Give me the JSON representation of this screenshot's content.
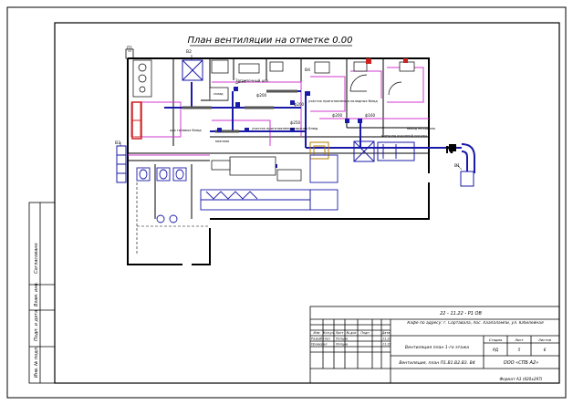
{
  "title": "План вентиляции на отметке 0.00",
  "stamp": {
    "code": "22 - 11.22 - Р1 ОВ",
    "address": "Кафе по адресу: г. Сортавала, пос. Хаапалампи, ул. Юбилейная",
    "drawing_title": "Вентиляция план 1-го этажа",
    "sheet_content": "Вентиляция, план П1.В1.В2.В3. В4",
    "company": "ООО «СПБ А2»",
    "format": "Формат А3 (420х297)",
    "headers": [
      "Изм",
      "Кол.уч",
      "Лист",
      "№ док",
      "Подп",
      "Дата"
    ],
    "rows": [
      {
        "role": "Разработал",
        "name": "Попцов",
        "date": "11.22"
      },
      {
        "role": "Проверил",
        "name": "Попцов",
        "date": "11.22"
      }
    ],
    "stage_headers": [
      "Стадия",
      "Лист",
      "Листов"
    ],
    "stage_values": [
      "РД",
      "5",
      "6"
    ]
  },
  "side_labels": [
    "Согласовано",
    "Взам. инв.",
    "Подп. и дата",
    "Инв. № подл."
  ],
  "plan_labels": {
    "p1": "П1",
    "b1": "В1",
    "b2": "В2",
    "b3": "В3",
    "b4": "В4",
    "north": "N",
    "d200a": "ф200",
    "d200b": "ф200",
    "d250": "ф250",
    "d200c": "ф200",
    "d160": "ф160",
    "room_a": "Загрузочный цех",
    "room_b": "участок приготовления горячих блюд",
    "room_c": "участок приготовления холодных блюд",
    "room_d": "цех готовых блюд",
    "room_e": "моечная кухонной посуды",
    "note_stack": "выход на кровлю",
    "small_a": "моечная",
    "small_b": "склад"
  },
  "colors": {
    "frame": "#000000",
    "wall": "#000000",
    "supply": "#1a1aa8",
    "exhaust": "#cc2222",
    "zone": "#d13ad1",
    "equipment": "#0c2ba0"
  }
}
